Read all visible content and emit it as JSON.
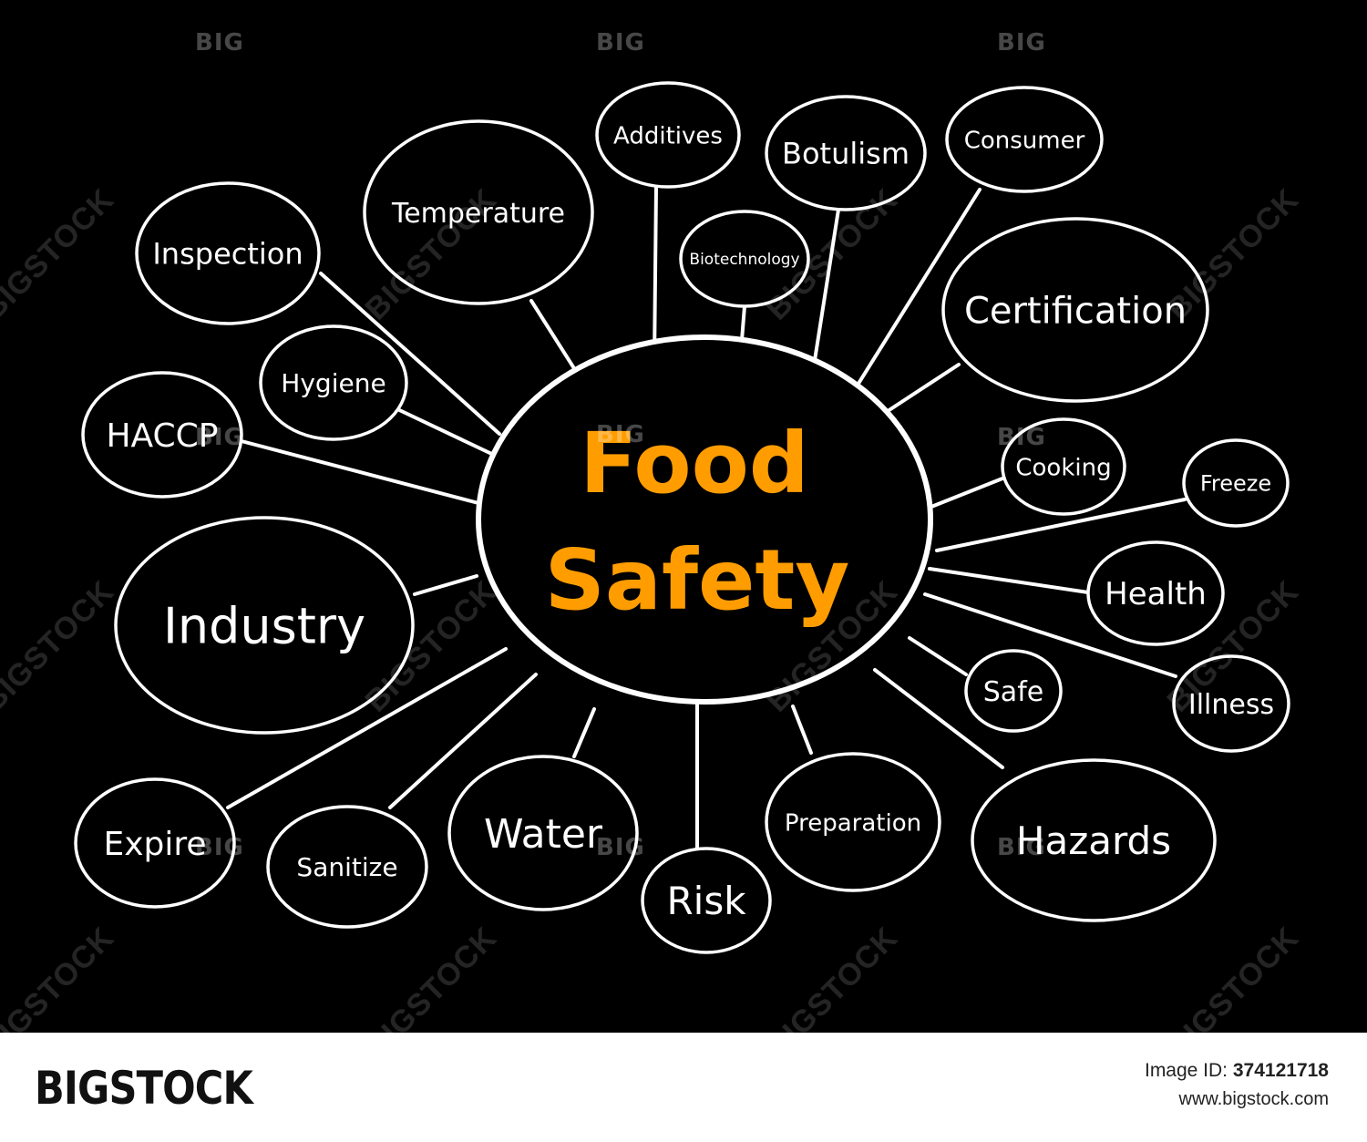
{
  "center": {
    "line1": "Food",
    "line2": "Safety",
    "color": "#ff9d00"
  },
  "nodes": [
    {
      "id": "inspection",
      "label": "Inspection"
    },
    {
      "id": "temperature",
      "label": "Temperature"
    },
    {
      "id": "additives",
      "label": "Additives"
    },
    {
      "id": "biotechnology",
      "label": "Biotechnology"
    },
    {
      "id": "botulism",
      "label": "Botulism"
    },
    {
      "id": "consumer",
      "label": "Consumer"
    },
    {
      "id": "certification",
      "label": "Certification"
    },
    {
      "id": "hygiene",
      "label": "Hygiene"
    },
    {
      "id": "haccp",
      "label": "HACCP"
    },
    {
      "id": "industry",
      "label": "Industry"
    },
    {
      "id": "cooking",
      "label": "Cooking"
    },
    {
      "id": "freeze",
      "label": "Freeze"
    },
    {
      "id": "health",
      "label": "Health"
    },
    {
      "id": "safe",
      "label": "Safe"
    },
    {
      "id": "illness",
      "label": "Illness"
    },
    {
      "id": "hazards",
      "label": "Hazards"
    },
    {
      "id": "preparation",
      "label": "Preparation"
    },
    {
      "id": "risk",
      "label": "Risk"
    },
    {
      "id": "water",
      "label": "Water"
    },
    {
      "id": "sanitize",
      "label": "Sanitize"
    },
    {
      "id": "expire",
      "label": "Expire"
    }
  ],
  "watermark": {
    "small": "BIG",
    "diagonal": "BIGSTOCK"
  },
  "footer": {
    "brand": "BIGSTOCK",
    "image_id_label": "Image ID:",
    "image_id": "374121718",
    "site": "www.bigstock.com"
  }
}
